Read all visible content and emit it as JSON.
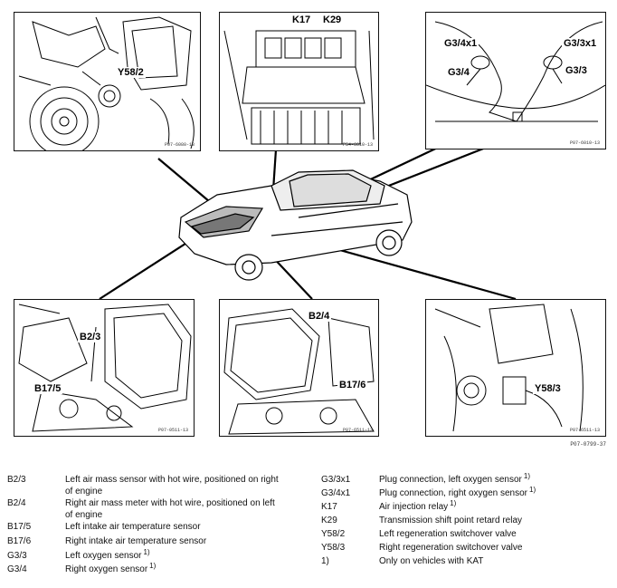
{
  "panels": {
    "top_left": {
      "callouts": [
        "Y58/2"
      ],
      "code": "P07-6080-13"
    },
    "top_center": {
      "callouts": [
        "K17",
        "K29"
      ],
      "code": "P54-6010-13"
    },
    "top_right": {
      "callouts": [
        "G3/4x1",
        "G3/3x1",
        "G3/4",
        "G3/3"
      ],
      "code": "P07-6010-13"
    },
    "bottom_left": {
      "callouts": [
        "B2/3",
        "B17/5"
      ],
      "code": "P07-0511-13"
    },
    "bottom_center": {
      "callouts": [
        "B2/4",
        "B17/6"
      ],
      "code": "P07-6511-13"
    },
    "bottom_right": {
      "callouts": [
        "Y58/3"
      ],
      "code": "P07-6511-13"
    }
  },
  "figure_code": "P07-0799-37",
  "legend": {
    "left": [
      {
        "code": "B2/3",
        "desc": "Left air mass sensor with hot wire, positioned on right",
        "desc2": "of engine"
      },
      {
        "code": "B2/4",
        "desc": "Right air mass meter with hot wire, positioned on left",
        "desc2": "of engine"
      },
      {
        "code": "B17/5",
        "desc": "Left intake air temperature sensor"
      },
      {
        "code": "B17/6",
        "desc": "Right intake air temperature sensor"
      },
      {
        "code": "G3/3",
        "desc": "Left oxygen sensor",
        "note": "1)"
      },
      {
        "code": "G3/4",
        "desc": "Right oxygen sensor",
        "note": "1)"
      }
    ],
    "right": [
      {
        "code": "G3/3x1",
        "desc": "Plug connection, left oxygen sensor",
        "note": "1)"
      },
      {
        "code": "G3/4x1",
        "desc": "Plug connection, right oxygen sensor",
        "note": "1)"
      },
      {
        "code": "K17",
        "desc": "Air injection relay",
        "note": "1)"
      },
      {
        "code": "K29",
        "desc": "Transmission shift point retard relay"
      },
      {
        "code": "Y58/2",
        "desc": "Left regeneration switchover valve"
      },
      {
        "code": "Y58/3",
        "desc": "Right regeneration switchover valve"
      },
      {
        "code": "1)",
        "desc": "Only on vehicles with KAT"
      }
    ]
  }
}
